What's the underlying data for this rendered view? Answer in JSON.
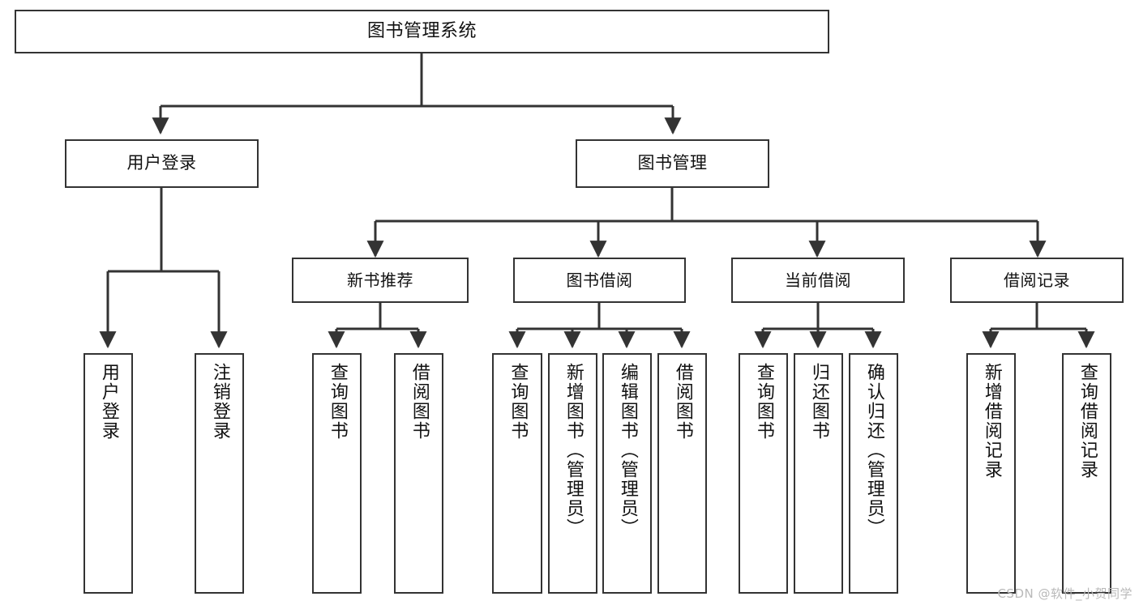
{
  "diagram": {
    "title": "图书管理系统",
    "type": "functional-decomposition-tree",
    "root": {
      "id": "root",
      "label": "图书管理系统"
    },
    "level2": [
      {
        "id": "user-login",
        "label": "用户登录"
      },
      {
        "id": "book-management",
        "label": "图书管理"
      }
    ],
    "level3": [
      {
        "id": "new-book-recommend",
        "label": "新书推荐"
      },
      {
        "id": "book-borrow",
        "label": "图书借阅"
      },
      {
        "id": "current-borrow",
        "label": "当前借阅"
      },
      {
        "id": "borrow-record",
        "label": "借阅记录"
      }
    ],
    "leaves": [
      {
        "id": "leaf-user-login",
        "label": "用户登录",
        "parent": "user-login"
      },
      {
        "id": "leaf-logout-login",
        "label": "注销登录",
        "parent": "user-login"
      },
      {
        "id": "leaf-query-book-1",
        "label": "查询图书",
        "parent": "new-book-recommend"
      },
      {
        "id": "leaf-borrow-book-1",
        "label": "借阅图书",
        "parent": "new-book-recommend"
      },
      {
        "id": "leaf-query-book-2",
        "label": "查询图书",
        "parent": "book-borrow"
      },
      {
        "id": "leaf-add-book",
        "label": "新增图书（管理员）",
        "parent": "book-borrow"
      },
      {
        "id": "leaf-edit-book",
        "label": "编辑图书（管理员）",
        "parent": "book-borrow"
      },
      {
        "id": "leaf-borrow-book-2",
        "label": "借阅图书",
        "parent": "book-borrow"
      },
      {
        "id": "leaf-query-book-3",
        "label": "查询图书",
        "parent": "current-borrow"
      },
      {
        "id": "leaf-return-book",
        "label": "归还图书",
        "parent": "current-borrow"
      },
      {
        "id": "leaf-confirm-return",
        "label": "确认归还（管理员）",
        "parent": "current-borrow"
      },
      {
        "id": "leaf-add-record",
        "label": "新增借阅记录",
        "parent": "borrow-record"
      },
      {
        "id": "leaf-query-record",
        "label": "查询借阅记录",
        "parent": "borrow-record"
      }
    ],
    "colors": {
      "box_border": "#333333",
      "box_fill": "#ffffff",
      "edge": "#333333",
      "text": "#111111",
      "watermark": "#b9b9b9",
      "background": "#ffffff"
    }
  },
  "watermark": {
    "text": "CSDN @软件_小贺同学"
  }
}
